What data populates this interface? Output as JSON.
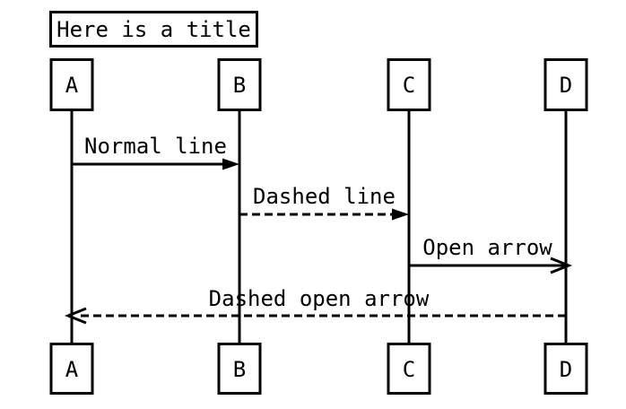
{
  "diagram": {
    "title": "Here is a title",
    "actors": [
      {
        "name": "A"
      },
      {
        "name": "B"
      },
      {
        "name": "C"
      },
      {
        "name": "D"
      }
    ],
    "messages": [
      {
        "from": "A",
        "to": "B",
        "label": "Normal line",
        "line_style": "solid",
        "arrowhead": "filled"
      },
      {
        "from": "B",
        "to": "C",
        "label": "Dashed line",
        "line_style": "dashed",
        "arrowhead": "filled"
      },
      {
        "from": "C",
        "to": "D",
        "label": "Open arrow",
        "line_style": "solid",
        "arrowhead": "open"
      },
      {
        "from": "D",
        "to": "A",
        "label": "Dashed open arrow",
        "line_style": "dashed",
        "arrowhead": "open"
      }
    ],
    "colors": {
      "foreground": "#000000",
      "background": "#ffffff"
    }
  }
}
